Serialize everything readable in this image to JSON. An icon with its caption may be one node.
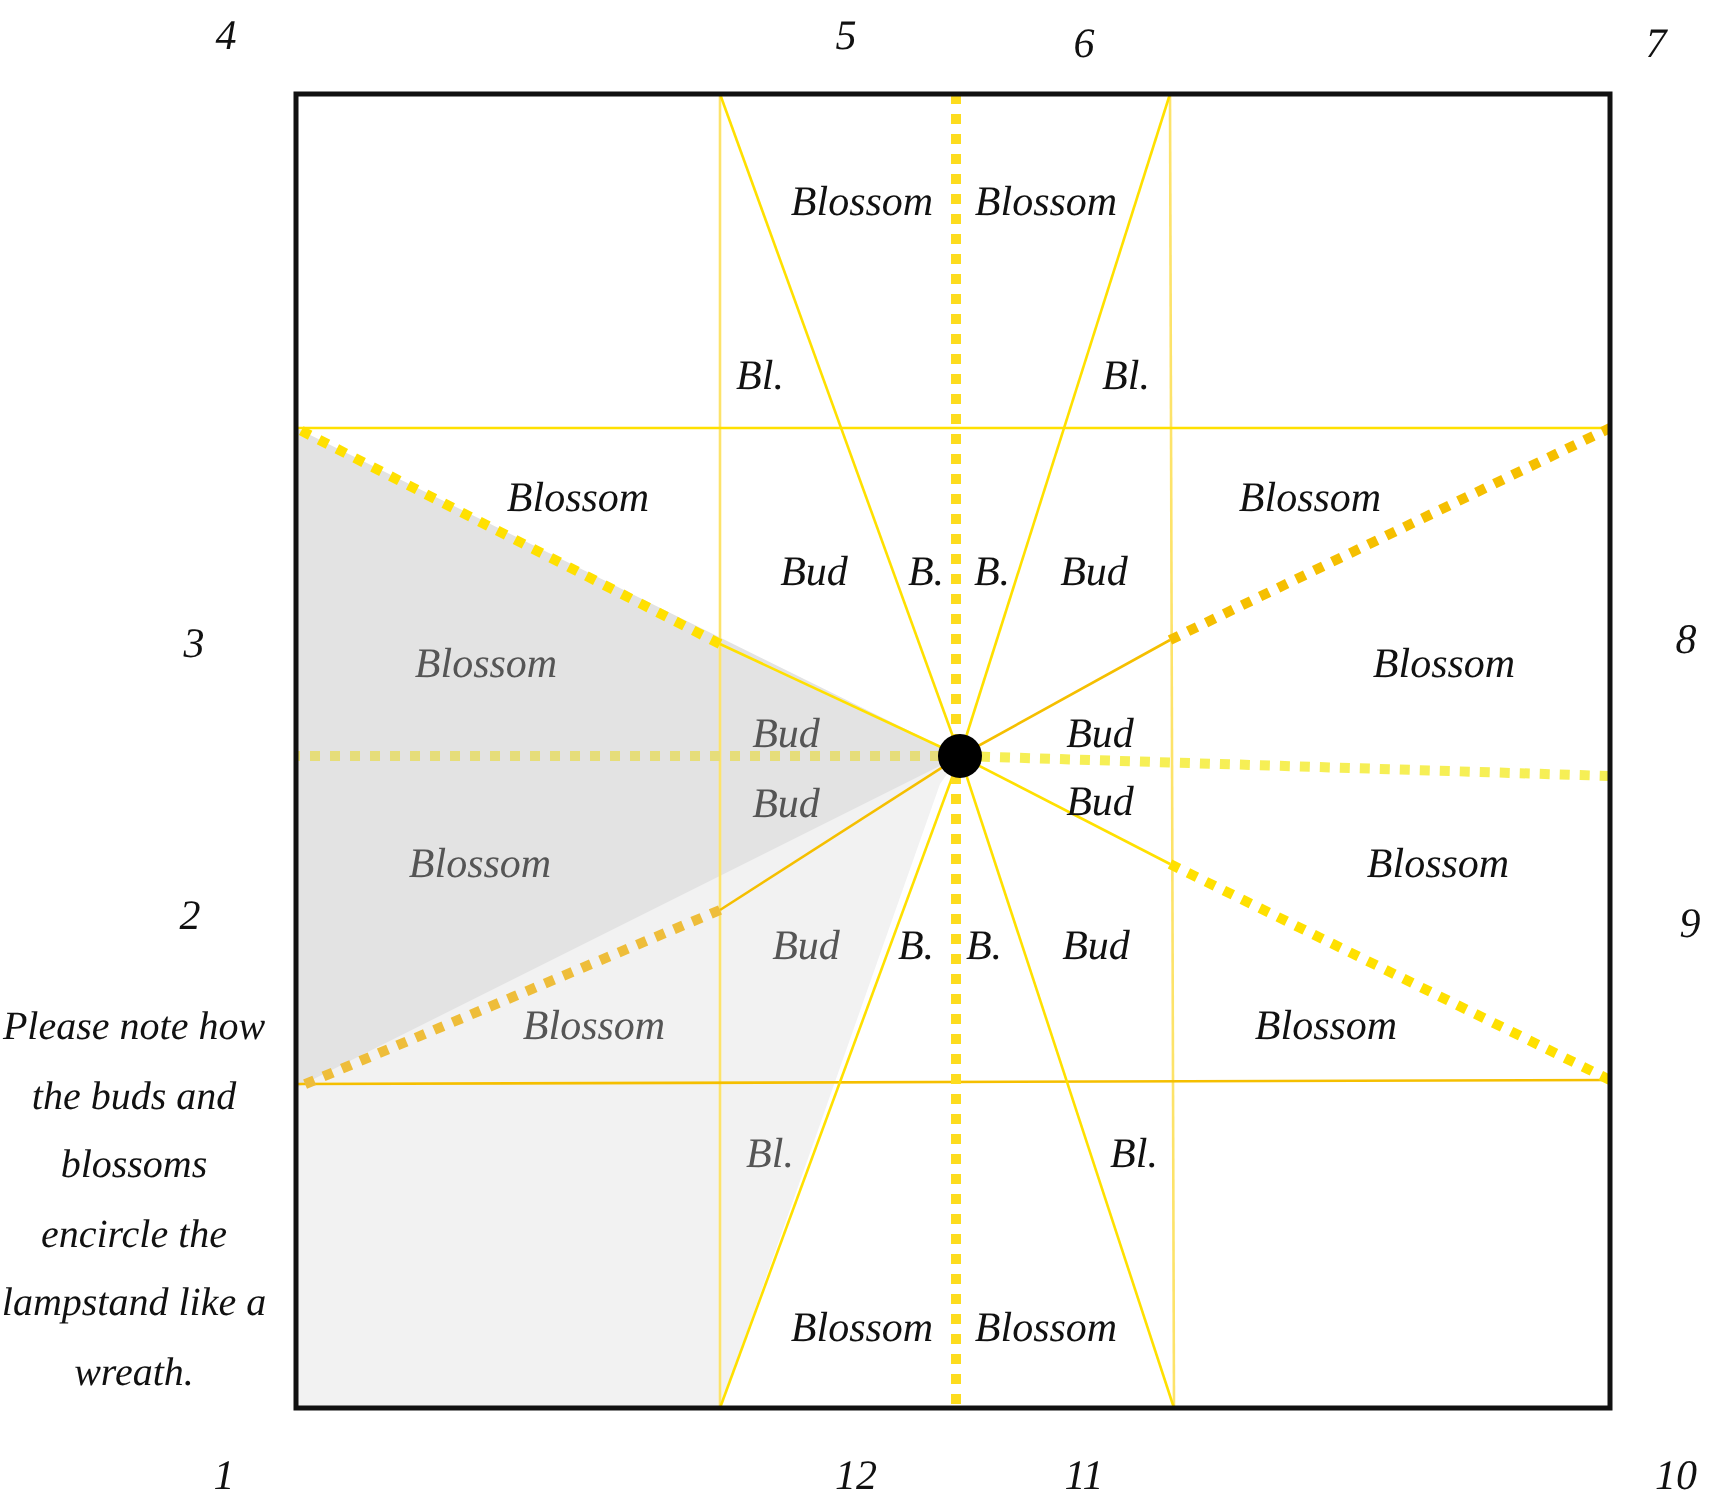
{
  "diagram": {
    "labels": [
      "4",
      "5",
      "6",
      "7",
      "Blossom",
      "Blossom",
      "Bl.",
      "Bl.",
      "Blossom",
      "Bud",
      "B.",
      "B.",
      "Bud",
      "Blossom",
      "3",
      "Blossom",
      "Blossom",
      "8",
      "Bud",
      "Bud",
      "Bud",
      "Bud",
      "Blossom",
      "2",
      "Blossom",
      "9",
      "Bud",
      "B.",
      "B.",
      "Bud",
      "Blossom",
      "Blossom",
      "Please note how the buds and blossoms encircle the lampstand like a wreath.",
      "Bl.",
      "Bl.",
      "Blossom",
      "Blossom",
      "1",
      "12",
      "11",
      "10"
    ]
  }
}
